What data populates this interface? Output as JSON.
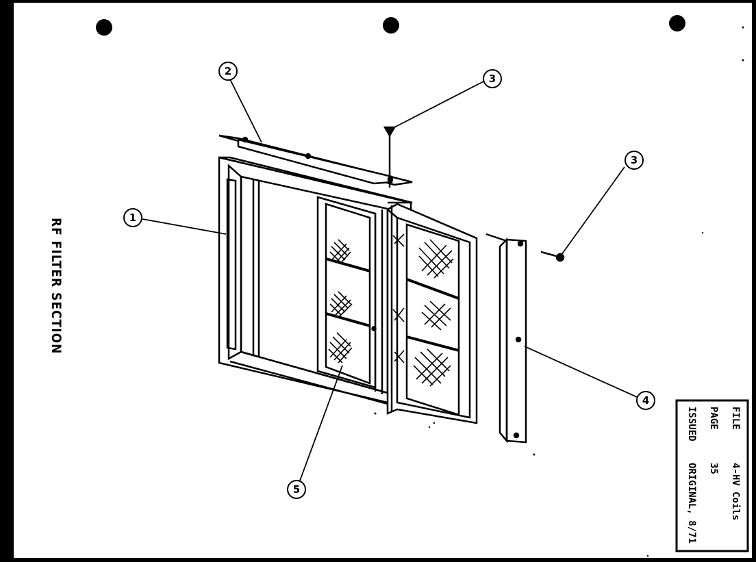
{
  "title": "RF FILTER SECTION",
  "callouts": [
    {
      "id": "callout-1",
      "label": "1"
    },
    {
      "id": "callout-2",
      "label": "2"
    },
    {
      "id": "callout-3a",
      "label": "3"
    },
    {
      "id": "callout-3b",
      "label": "3"
    },
    {
      "id": "callout-4",
      "label": "4"
    },
    {
      "id": "callout-5",
      "label": "5"
    }
  ],
  "title_block": {
    "file_label": "FILE",
    "file_value": "4-HV Coils",
    "page_label": "PAGE",
    "page_value": "35",
    "issued_label": "ISSUED",
    "issued_value": "ORIGINAL, 8/71"
  }
}
